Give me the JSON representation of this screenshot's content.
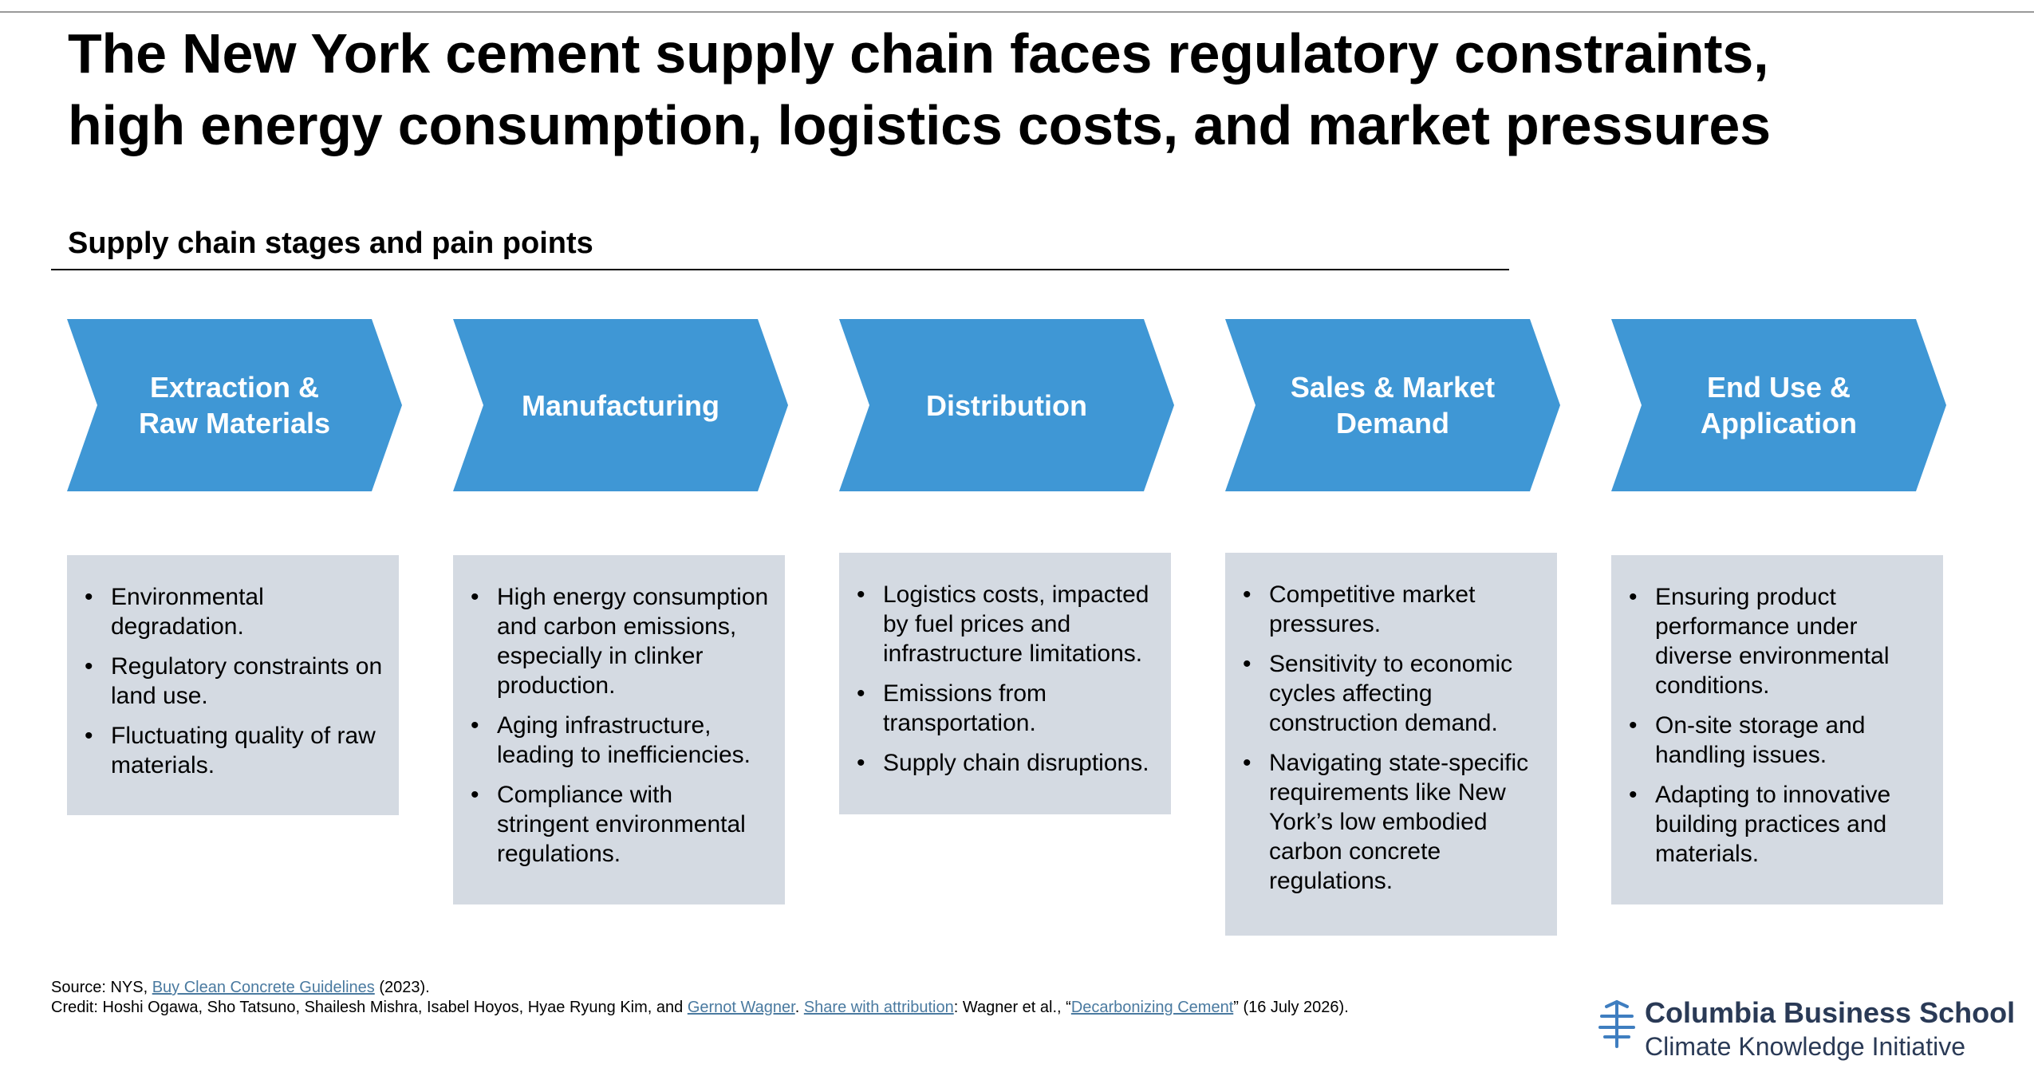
{
  "title": {
    "line1": "The New York cement supply chain faces regulatory constraints,",
    "line2": "high energy consumption, logistics costs, and market pressures"
  },
  "subtitle": "Supply chain stages and pain points",
  "colors": {
    "arrow": "#3f97d5",
    "box": "#d4dae2",
    "link": "#4a7aa0"
  },
  "stages": [
    {
      "label_lines": [
        "Extraction &",
        "Raw Materials"
      ],
      "pain_points": [
        "Environmental degradation.",
        "Regulatory constraints on land use.",
        "Fluctuating quality of raw materials."
      ]
    },
    {
      "label_lines": [
        "Manufacturing"
      ],
      "pain_points": [
        "High energy consumption and carbon emissions, especially in clinker production.",
        "Aging infrastructure, leading to inefficiencies.",
        "Compliance with stringent environmental regulations."
      ]
    },
    {
      "label_lines": [
        "Distribution"
      ],
      "pain_points": [
        "Logistics costs, impacted by fuel prices and infrastructure limitations.",
        "Emissions from transportation.",
        "Supply chain disruptions."
      ]
    },
    {
      "label_lines": [
        "Sales & Market",
        "Demand"
      ],
      "pain_points": [
        "Competitive market pressures.",
        "Sensitivity to economic cycles affecting construction demand.",
        "Navigating state-specific requirements like New York’s low embodied carbon concrete regulations."
      ]
    },
    {
      "label_lines": [
        "End Use &",
        "Application"
      ],
      "pain_points": [
        "Ensuring product performance under diverse environmental conditions.",
        "On-site storage and handling issues.",
        "Adapting to innovative building practices and materials."
      ]
    }
  ],
  "footer": {
    "source_prefix": "Source: NYS, ",
    "source_link": "Buy Clean Concrete Guidelines",
    "source_suffix": " (2023).",
    "credit_prefix": "Credit: Hoshi Ogawa, Sho Tatsuno, Shailesh Mishra, Isabel Hoyos, Hyae Ryung Kim, and ",
    "credit_author_link": "Gernot Wagner",
    "credit_sep": ". ",
    "share_link": "Share with attribution",
    "credit_mid": ": Wagner et al., “",
    "paper_link": "Decarbonizing Cement",
    "credit_suffix": "” (16 July 2026)."
  },
  "logo": {
    "line1": "Columbia Business School",
    "line2": "Climate Knowledge Initiative",
    "icon": "columbia-crown-icon"
  }
}
